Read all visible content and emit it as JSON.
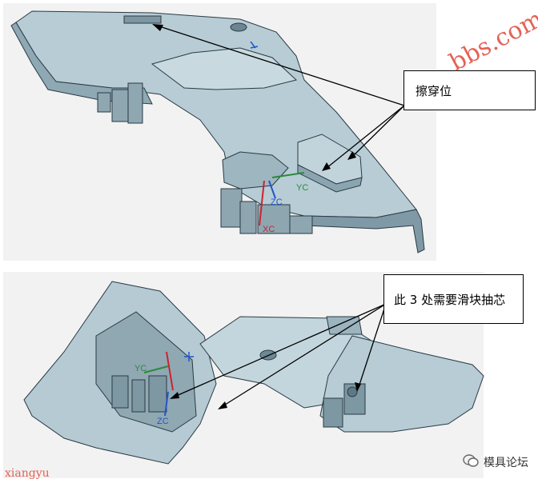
{
  "top_view": {
    "callout_label": "擦穿位",
    "axis_labels": {
      "yc": "YC",
      "zc": "ZC",
      "xc": "XC"
    }
  },
  "bottom_view": {
    "callout_label": "此 3 处需要滑块抽芯",
    "axis_labels": {
      "yc": "YC",
      "zc": "ZC"
    }
  },
  "watermark": {
    "bbs_text": "bbs.com",
    "corner_text": "xiangyu"
  },
  "footer": {
    "forum_name": "模具论坛"
  },
  "colors": {
    "part": "#a9c0c9",
    "part_dark": "#6f8b96",
    "outline": "#2a3a44",
    "background": "#f2f2f2"
  }
}
